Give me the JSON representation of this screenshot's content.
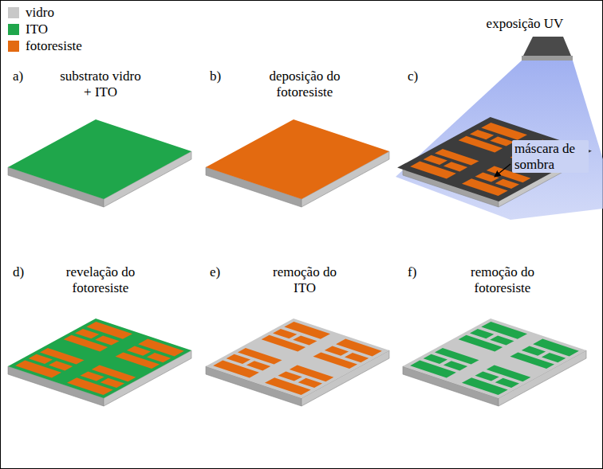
{
  "diagram": {
    "labels": [
      "a)",
      "substrato vidro + ITO",
      "b)",
      "deposição do fotoresiste",
      "exposição UV",
      "c)",
      "máscara de sombra",
      "d)",
      "revelação do fotoresiste",
      "e)",
      "remoção do ITO",
      "f)",
      "remoção do fotoresiste"
    ],
    "legend": [
      {
        "text": "vidro",
        "color": "#c8c8c8"
      },
      {
        "text": "ITO",
        "color": "#1fa64b"
      },
      {
        "text": "fotoresiste",
        "color": "#e36a10"
      }
    ]
  }
}
